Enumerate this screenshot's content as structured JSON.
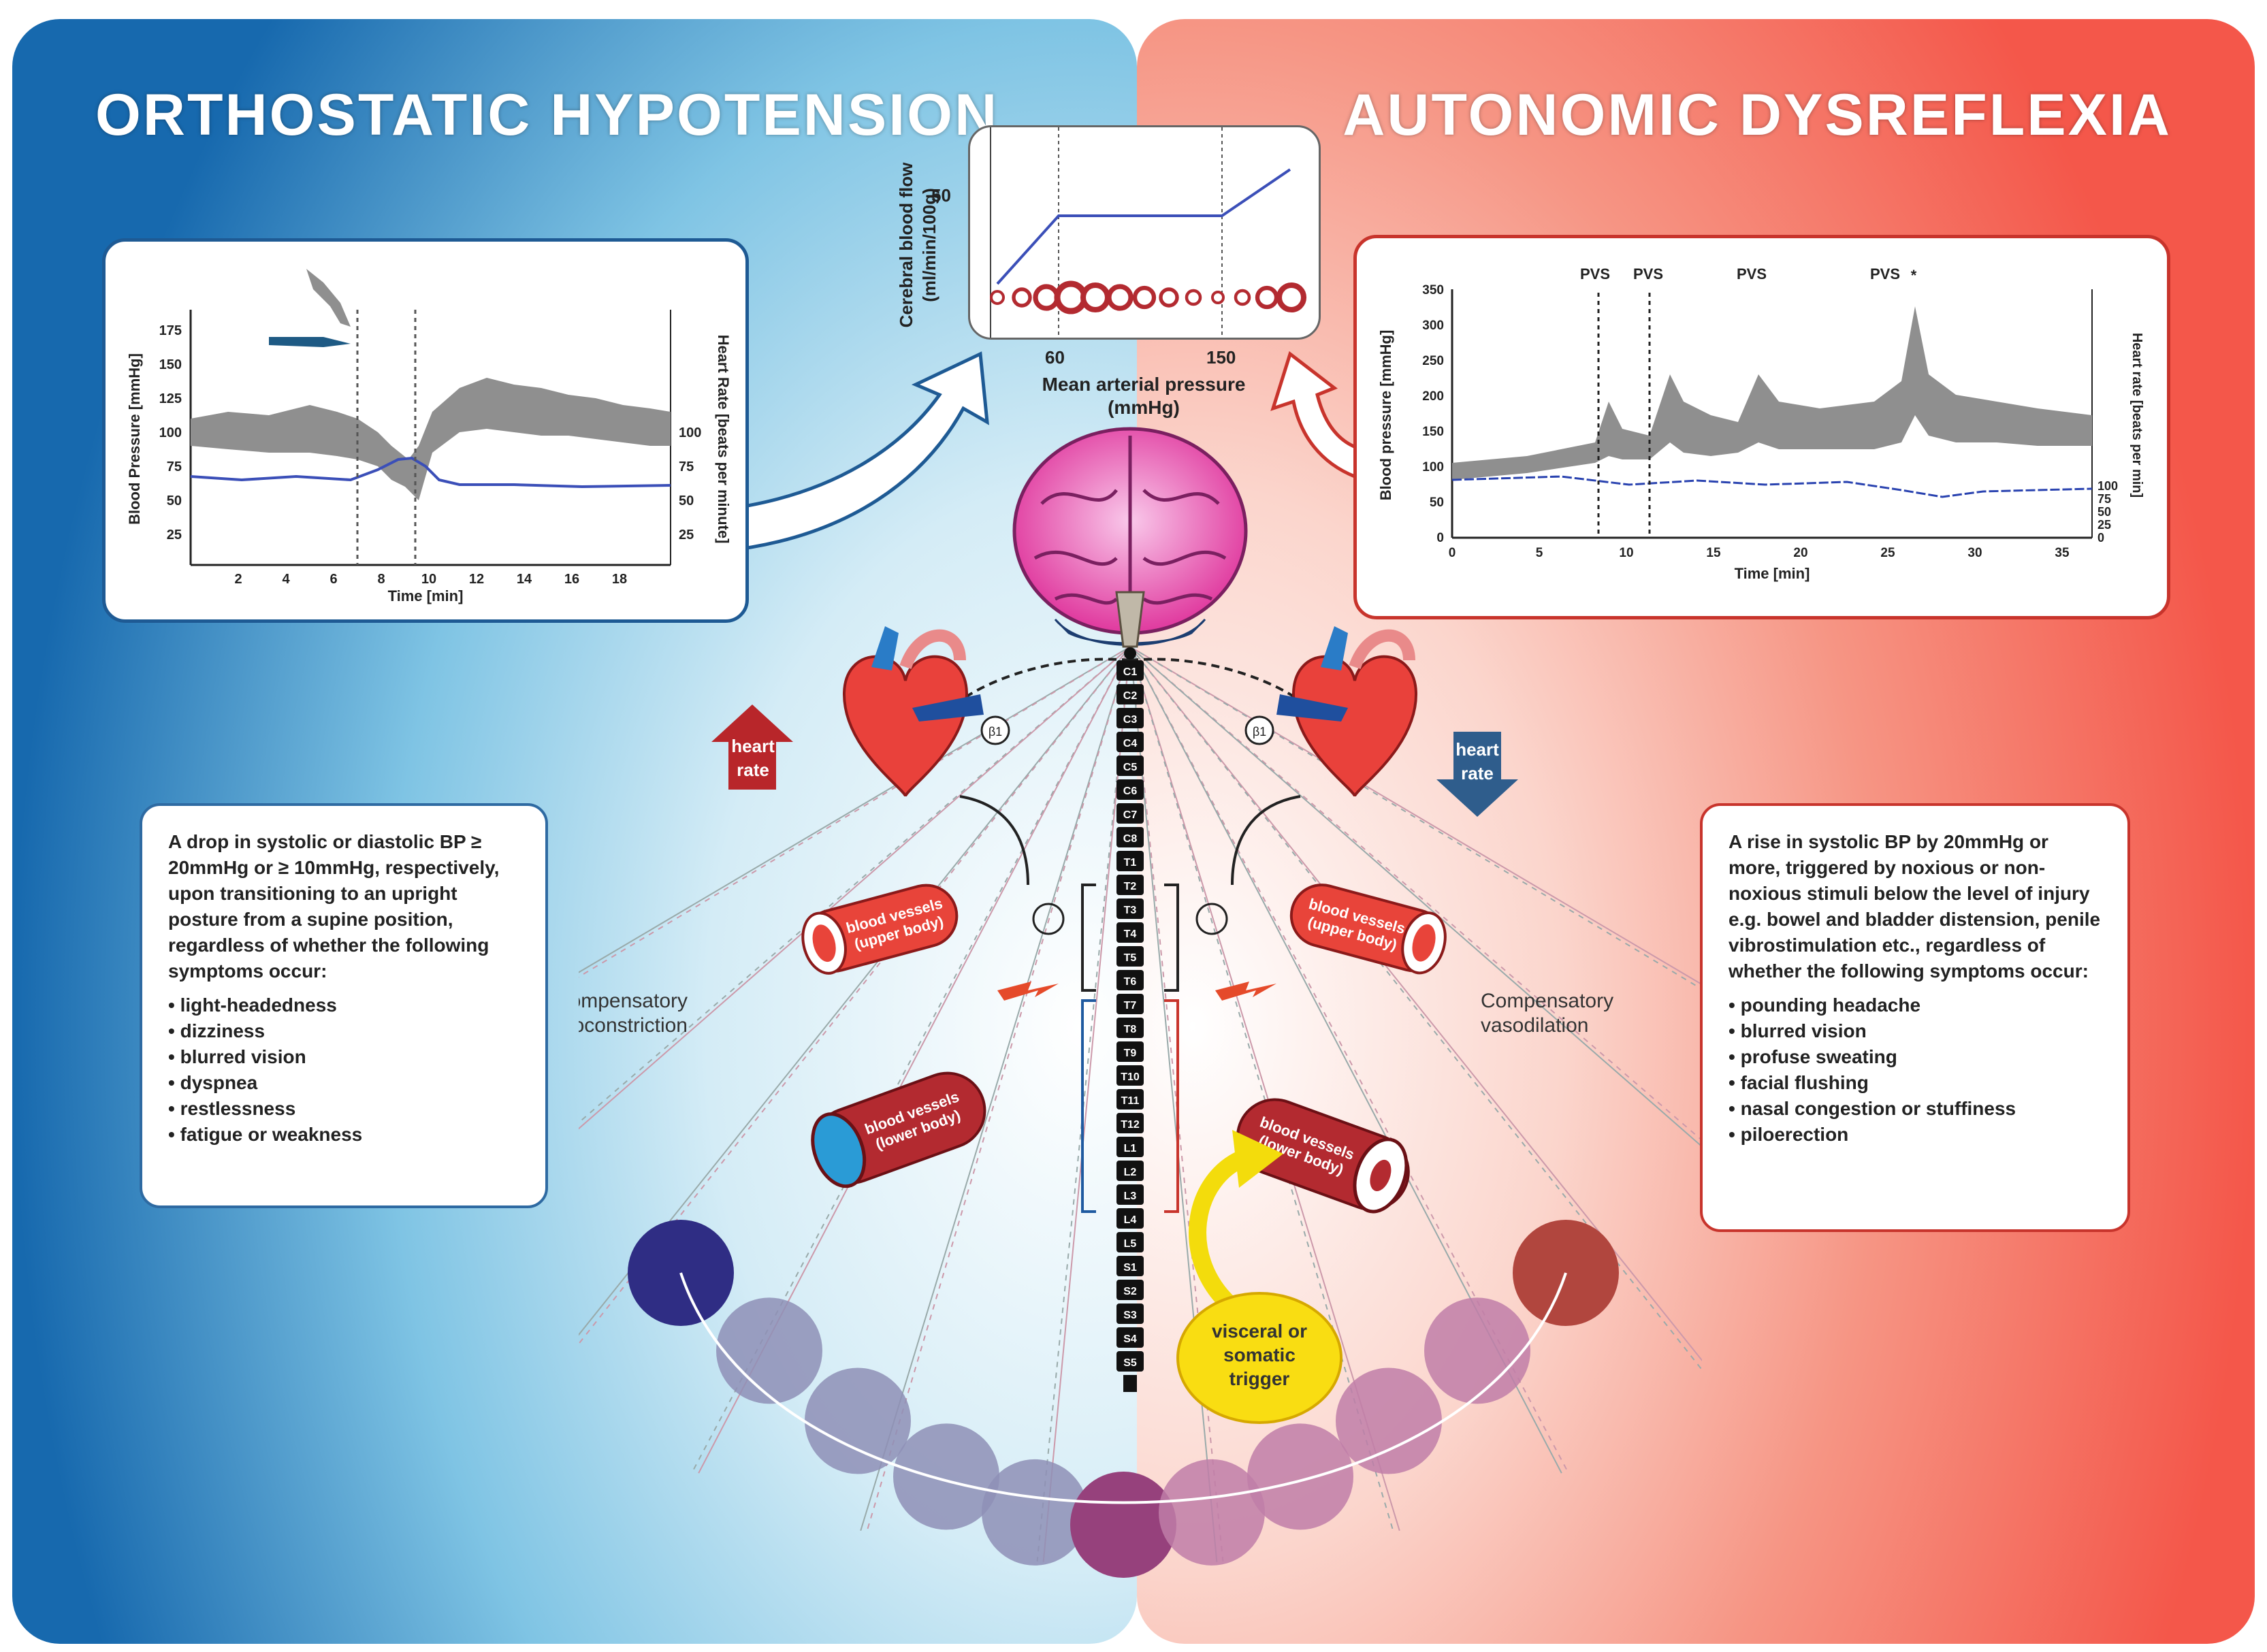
{
  "titles": {
    "left": "ORTHOSTATIC HYPOTENSION",
    "right": "AUTONOMIC DYSREFLEXIA"
  },
  "colors": {
    "left_blue": "#1769ae",
    "light_blue": "#7cc6e6",
    "right_red": "#f4574a",
    "light_salmon": "#f6b0a4",
    "chart_gray": "#8f8f8f",
    "heart_rate_line": "#3b4fb8"
  },
  "oh_chart": {
    "y_left_label": "Blood Pressure [mmHg]",
    "y_right_label": "Heart Rate [beats per minute]",
    "x_label": "Time [min]",
    "y_left_ticks": [
      "25",
      "50",
      "75",
      "100",
      "125",
      "150",
      "175"
    ],
    "y_right_ticks": [
      "25",
      "50",
      "75",
      "100"
    ],
    "x_ticks": [
      "2",
      "4",
      "6",
      "8",
      "10",
      "12",
      "14",
      "16",
      "18"
    ]
  },
  "cbf_chart": {
    "y_label_line1": "Cerebral blood flow",
    "y_label_line2": "(ml/min/100g)",
    "y_tick": "50",
    "x_ticks": [
      "60",
      "150"
    ],
    "x_label_line1": "Mean arterial pressure",
    "x_label_line2": "(mmHg)"
  },
  "ad_chart": {
    "y_left_label": "Blood pressure [mmHg]",
    "y_right_label": "Heart rate [beats per min]",
    "x_label": "Time [min]",
    "y_left_ticks": [
      "0",
      "50",
      "100",
      "150",
      "200",
      "250",
      "300",
      "350"
    ],
    "y_right_ticks": [
      "0",
      "25",
      "50",
      "75",
      "100"
    ],
    "x_ticks": [
      "0",
      "5",
      "10",
      "15",
      "20",
      "25",
      "30",
      "35"
    ],
    "event_labels": [
      "PVS",
      "PVS",
      "PVS",
      "PVS"
    ],
    "asterisk": "*"
  },
  "heart_rate_arrows": {
    "left": {
      "line1": "heart",
      "line2": "rate"
    },
    "right": {
      "line1": "heart",
      "line2": "rate"
    }
  },
  "vessels": {
    "upper_line1": "blood vessels",
    "upper_line2": "(upper body)",
    "lower_line1": "blood vessels",
    "lower_line2": "(lower body)"
  },
  "compensation": {
    "left_line1": "Compensatory",
    "left_line2": "vasoconstriction",
    "right_line1": "Compensatory",
    "right_line2": "vasodilation"
  },
  "trigger": {
    "line1": "visceral or",
    "line2": "somatic",
    "line3": "trigger"
  },
  "spine_segments": [
    "C1",
    "C2",
    "C3",
    "C4",
    "C5",
    "C6",
    "C7",
    "C8",
    "T1",
    "T2",
    "T3",
    "T4",
    "T5",
    "T6",
    "T7",
    "T8",
    "T9",
    "T10",
    "T11",
    "T12",
    "L1",
    "L2",
    "L3",
    "L4",
    "L5",
    "S1",
    "S2",
    "S3",
    "S4",
    "S5"
  ],
  "ganglia_labels": {
    "left": "β1",
    "right": "β1"
  },
  "oh_definition": {
    "text": "A drop in systolic or diastolic BP ≥ 20mmHg or ≥ 10mmHg, respectively, upon transitioning to an upright posture from a supine position, regardless of whether the following symptoms occur:",
    "symptoms": [
      "light-headedness",
      "dizziness",
      "blurred vision",
      "dyspnea",
      "restlessness",
      "fatigue or weakness"
    ]
  },
  "ad_definition": {
    "text": "A rise in systolic BP by 20mmHg or more, triggered by noxious or non-noxious stimuli below the level of injury e.g. bowel and bladder distension, penile vibrostimulation etc., regardless of whether the following symptoms occur:",
    "symptoms": [
      "pounding headache",
      "blurred vision",
      "profuse sweating",
      "facial flushing",
      "nasal congestion or stuffiness",
      "piloerection"
    ]
  }
}
